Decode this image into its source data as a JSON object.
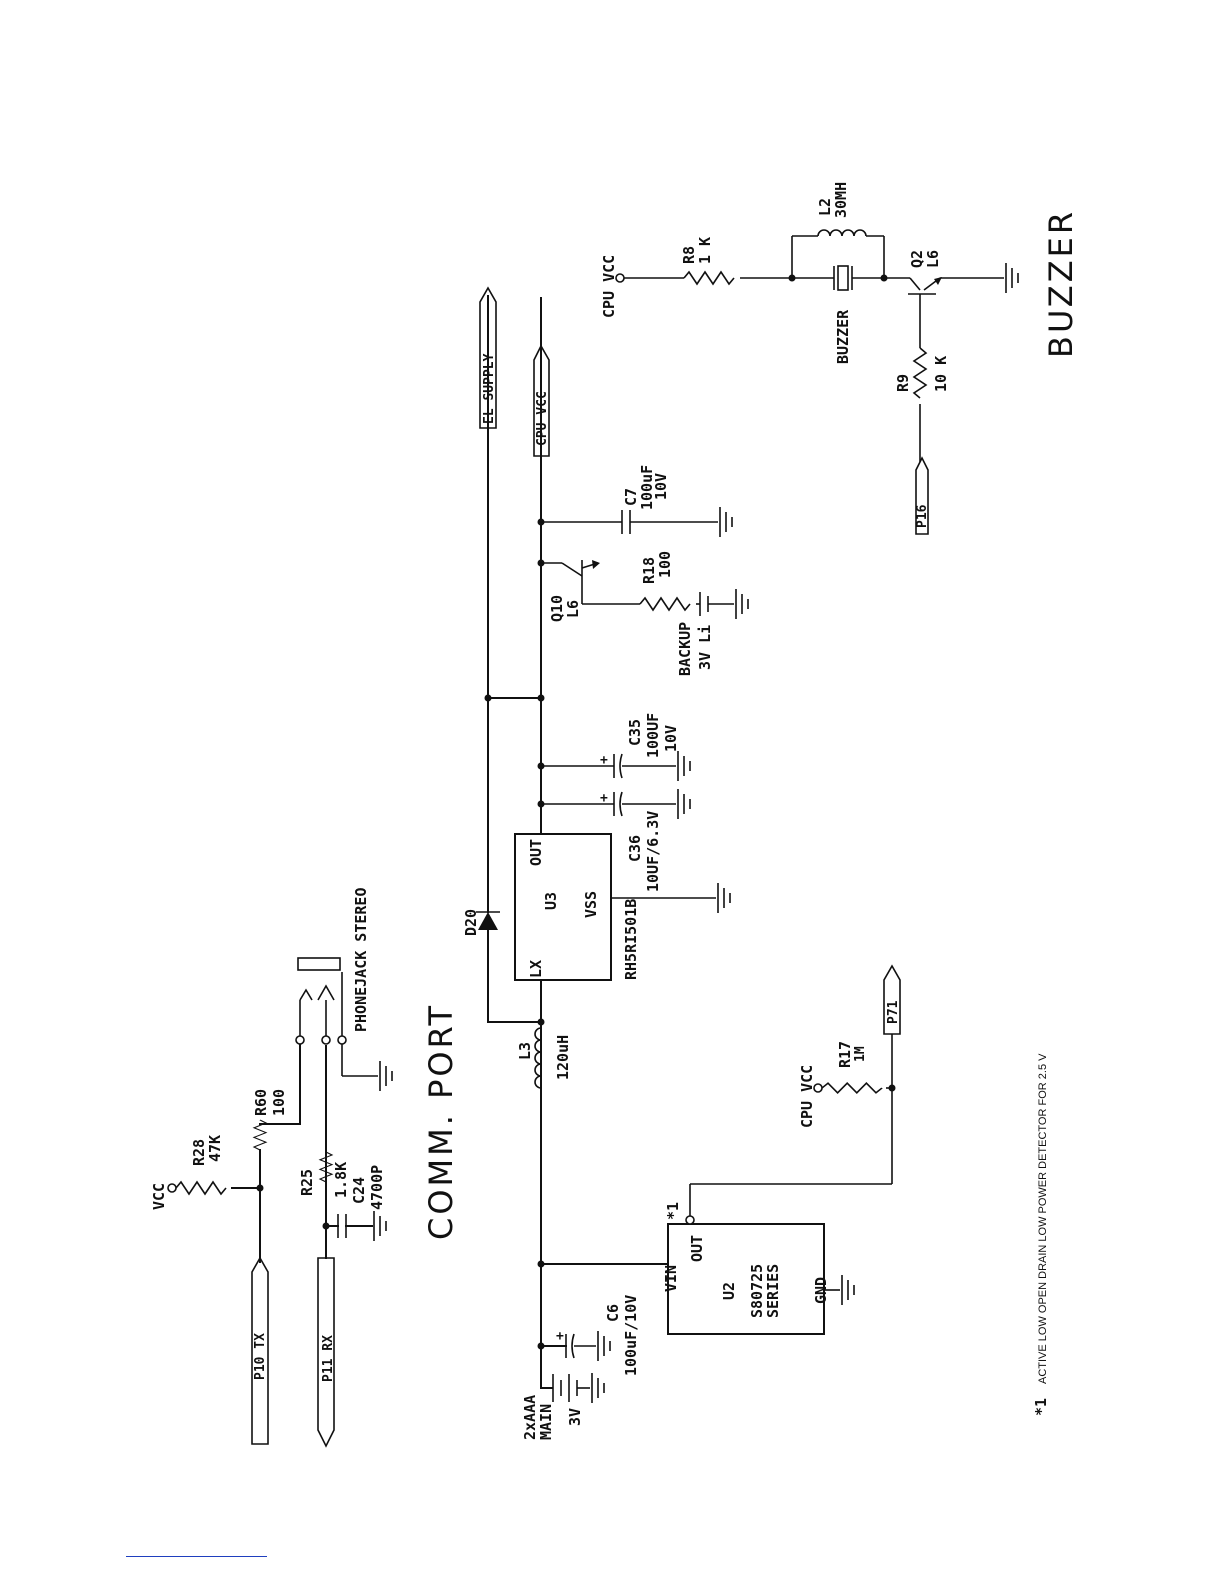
{
  "sections": {
    "comm_port": "COMM. PORT",
    "buzzer": "BUZZER"
  },
  "power": {
    "vcc": "VCC",
    "cpu_vcc_u2": "CPU VCC",
    "cpu_vcc_r8": "CPU VCC"
  },
  "nets": {
    "p10": "P10 TX",
    "p11": "P11 RX",
    "el_supply": "EL SUPPLY",
    "cpu_vcc": "CPU VCC",
    "p16": "P16",
    "p71": "P71"
  },
  "components": {
    "r28": {
      "ref": "R28",
      "value": "47K"
    },
    "r60": {
      "ref": "R60",
      "value": "100"
    },
    "r25": {
      "ref": "R25",
      "value": "1.8K"
    },
    "c24": {
      "ref": "C24",
      "value": "4700P"
    },
    "jack": {
      "label": "PHONEJACK STEREO"
    },
    "battery_main": {
      "line1": "2xAAA",
      "line2": "MAIN",
      "line3": "3V"
    },
    "c6": {
      "ref": "C6",
      "value": "100uF/10V"
    },
    "u2": {
      "ref": "U2",
      "part_line1": "S80725",
      "part_line2": "SERIES",
      "pin_vin": "VIN",
      "pin_out": "OUT",
      "pin_gnd": "GND",
      "marker": "*1"
    },
    "r17": {
      "ref": "R17",
      "value": "1M"
    },
    "l3": {
      "ref": "L3",
      "value": "120uH"
    },
    "d20": {
      "ref": "D20"
    },
    "u3": {
      "ref": "U3",
      "part": "RH5RI501B",
      "pin_lx": "LX",
      "pin_out": "OUT",
      "pin_vss": "VSS"
    },
    "c36": {
      "ref": "C36",
      "value": "10UF/6.3V"
    },
    "c35": {
      "ref": "C35",
      "value1": "100UF",
      "value2": "10V"
    },
    "q10": {
      "ref": "Q10",
      "value": "L6"
    },
    "r18": {
      "ref": "R18",
      "value": "100"
    },
    "backup": {
      "line1": "BACKUP",
      "line2": "3V Li"
    },
    "c7": {
      "ref": "C7",
      "value1": "100uF",
      "value2": "10V"
    },
    "r8": {
      "ref": "R8",
      "value": "1 K"
    },
    "l2": {
      "ref": "L2",
      "value": "30MH"
    },
    "buzzer_part": {
      "label": "BUZZER"
    },
    "q2": {
      "ref": "Q2",
      "value": "L6"
    },
    "r9": {
      "ref": "R9",
      "value": "10 K"
    }
  },
  "note": {
    "marker": "*1",
    "text": "ACTIVE LOW OPEN DRAIN LOW POWER DETECTOR FOR 2.5 V"
  }
}
